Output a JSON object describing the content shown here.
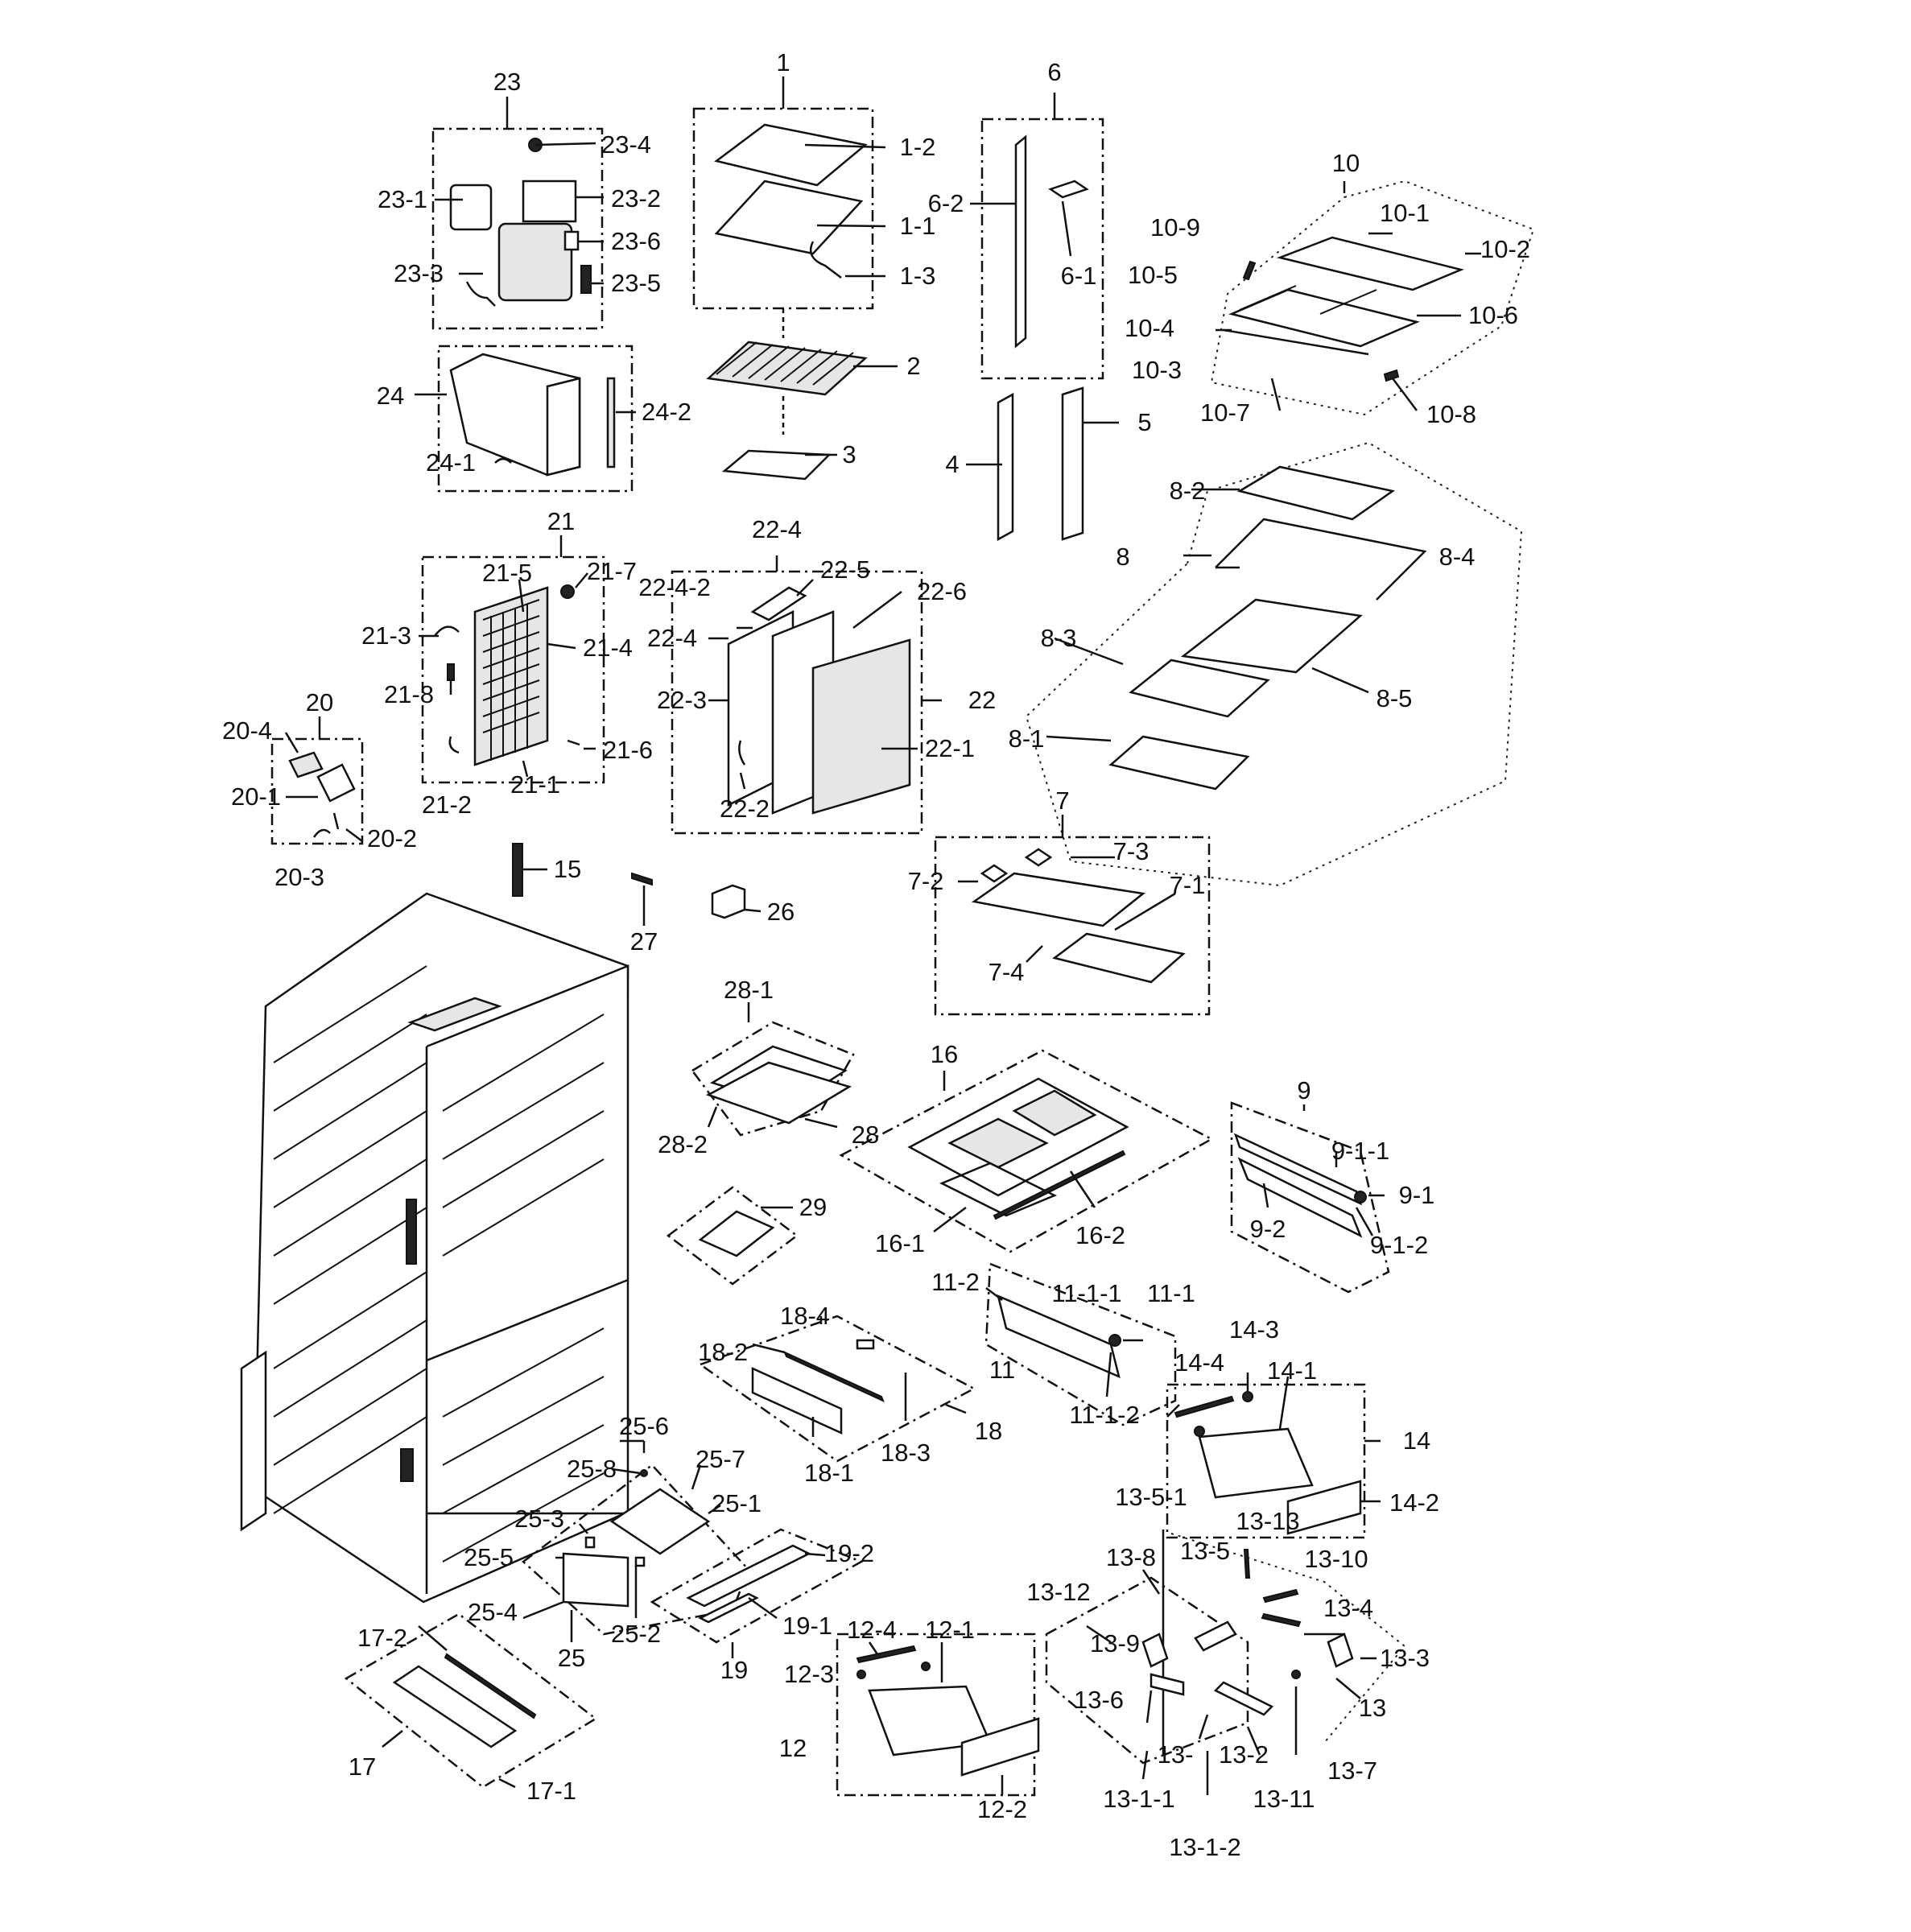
{
  "diagram": {
    "labels": [
      "1",
      "1-1",
      "1-2",
      "1-3",
      "2",
      "3",
      "4",
      "5",
      "6",
      "6-1",
      "6-2",
      "7",
      "7-1",
      "7-2",
      "7-3",
      "7-4",
      "8",
      "8-1",
      "8-2",
      "8-3",
      "8-4",
      "8-5",
      "9",
      "9-1",
      "9-1-1",
      "9-1-2",
      "9-2",
      "10",
      "10-1",
      "10-2",
      "10-3",
      "10-4",
      "10-5",
      "10-6",
      "10-7",
      "10-8",
      "10-9",
      "11",
      "11-1",
      "11-1-1",
      "11-1-2",
      "11-2",
      "12",
      "12-1",
      "12-2",
      "12-3",
      "12-4",
      "13",
      "13-",
      "13-1-1",
      "13-1-2",
      "13-2",
      "13-3",
      "13-4",
      "13-5",
      "13-5-1",
      "13-6",
      "13-7",
      "13-8",
      "13-9",
      "13-10",
      "13-11",
      "13-12",
      "13-13",
      "14",
      "14-1",
      "14-2",
      "14-3",
      "14-4",
      "15",
      "16",
      "16-1",
      "16-2",
      "17",
      "17-1",
      "17-2",
      "18",
      "18-1",
      "18-2",
      "18-3",
      "18-4",
      "19",
      "19-1",
      "19-2",
      "20",
      "20-1",
      "20-2",
      "20-3",
      "20-4",
      "21",
      "21-1",
      "21-2",
      "21-3",
      "21-4",
      "21-5",
      "21-6",
      "21-7",
      "21-8",
      "22",
      "22-1",
      "22-2",
      "22-3",
      "22-4",
      "22-4-2",
      "22-5",
      "22-6",
      "23",
      "23-1",
      "23-2",
      "23-3",
      "23-4",
      "23-5",
      "23-6",
      "24",
      "24-1",
      "24-2",
      "25",
      "25-1",
      "25-2",
      "25-3",
      "25-4",
      "25-5",
      "25-6",
      "25-7",
      "25-8",
      "26",
      "27",
      "28",
      "28-1",
      "28-2",
      "29"
    ]
  }
}
